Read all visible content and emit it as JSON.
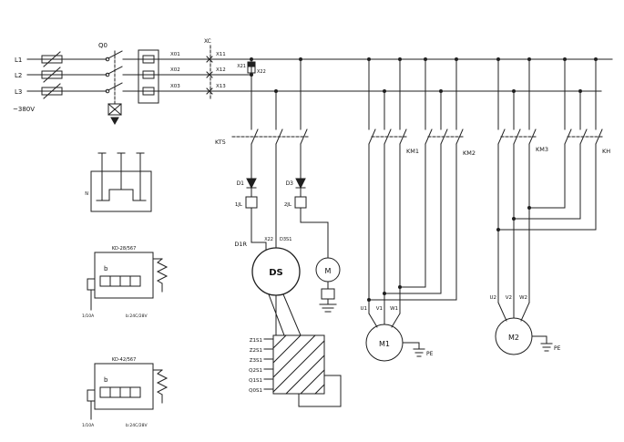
{
  "labels": {
    "phases": {
      "l1": "L1",
      "l2": "L2",
      "l3": "L3",
      "voltage": "~380V"
    },
    "main_switch": {
      "q0": "Q0"
    },
    "terminals": {
      "x01": "X01",
      "x02": "X02",
      "x03": "X03",
      "xc": "XC",
      "x11": "X11",
      "x12": "X12",
      "x13": "X13",
      "x21": "X21",
      "x22": "X22"
    },
    "timer": {
      "kt5": "KT5"
    },
    "rectifier_branch": {
      "d1": "D1",
      "d3": "D3",
      "jl1": "1JL",
      "jl2": "2JL"
    },
    "machine": {
      "d1r": "D1R",
      "ds": "DS",
      "x22": "X22",
      "d3s1": "D3S1",
      "m": "M"
    },
    "taps": [
      "Z1S1",
      "Z2S1",
      "Z3S1",
      "Q2S1",
      "Q1S1",
      "Q0S1"
    ],
    "contactors": {
      "km1": "KM1",
      "km2": "KM2",
      "km3": "KM3",
      "kh": "KH"
    },
    "motor1": {
      "name": "M1",
      "u": "U1",
      "v": "V1",
      "w": "W1",
      "pe": "PE"
    },
    "motor2": {
      "name": "M2",
      "u": "U2",
      "v": "V2",
      "w": "W2",
      "pe": "PE"
    },
    "component1": {
      "n": "N"
    },
    "component2": {
      "title": "KD-28/567",
      "b": "b",
      "bottom_left": "1/10A",
      "bottom_right": "b:24C/28V"
    },
    "component3": {
      "title": "KD-42/567",
      "b": "b",
      "bottom_left": "1/10A",
      "bottom_right": "b:24C/28V"
    }
  }
}
